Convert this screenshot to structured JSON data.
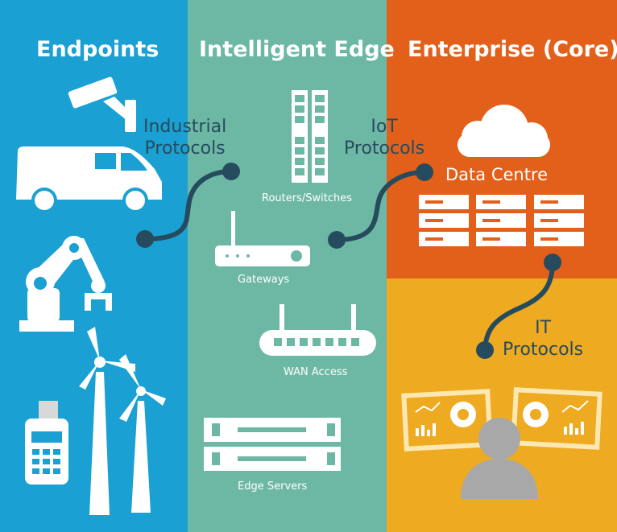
{
  "columns": {
    "endpoints": {
      "title": "Endpoints",
      "color": "#1aa0d2"
    },
    "edge": {
      "title": "Intelligent Edge",
      "color": "#6db8a4"
    },
    "enterprise": {
      "title": "Enterprise (Core)",
      "color": "#e3601b",
      "lower_color": "#eeaa20"
    }
  },
  "protocols": {
    "industrial": {
      "line1": "Industrial",
      "line2": "Protocols"
    },
    "iot": {
      "line1": "IoT",
      "line2": "Protocols"
    },
    "it": {
      "line1": "IT",
      "line2": "Protocols"
    }
  },
  "labels": {
    "routers": "Routers/Switches",
    "gateways": "Gateways",
    "wan": "WAN Access",
    "edge_servers": "Edge Servers",
    "data_centre": "Data Centre"
  },
  "icons": {
    "endpoints": [
      "security-camera-icon",
      "van-icon",
      "robot-arm-icon",
      "wind-turbine-icon",
      "payment-terminal-icon"
    ],
    "edge": [
      "router-switch-icon",
      "gateway-icon",
      "wan-router-icon",
      "edge-server-icon"
    ],
    "enterprise": [
      "cloud-icon",
      "data-centre-icon",
      "operator-monitors-icon"
    ]
  },
  "connector_color": "#274b5e"
}
